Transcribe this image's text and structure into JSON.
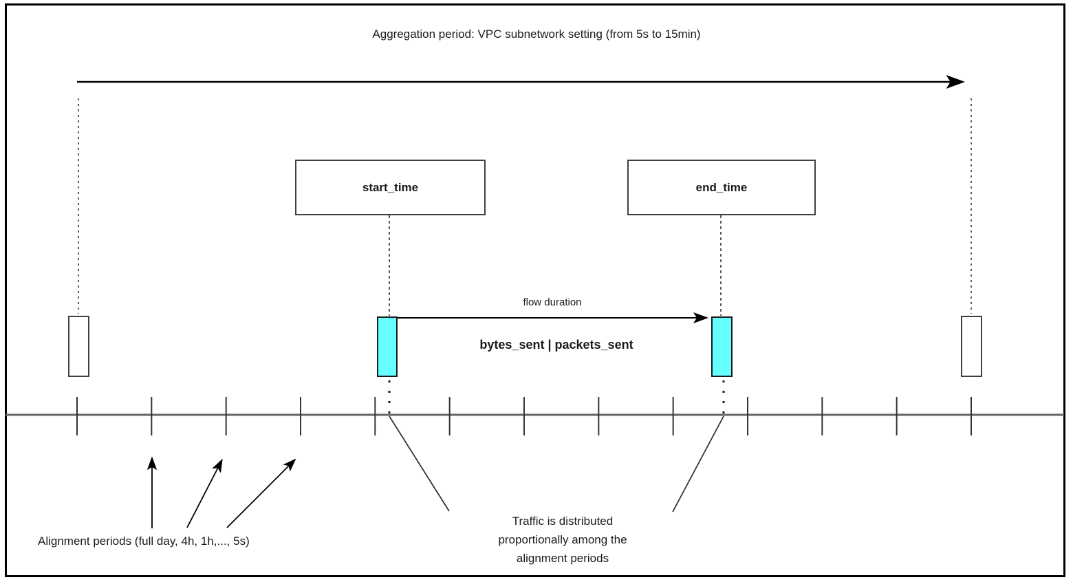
{
  "diagram": {
    "title": "Aggregation period: VPC subnetwork setting (from 5s to 15min)",
    "start_box_label": "start_time",
    "end_box_label": "end_time",
    "flow_duration_label": "flow duration",
    "metrics_label": "bytes_sent | packets_sent",
    "alignment_label": "Alignment periods (full day, 4h, 1h,..., 5s)",
    "traffic_note": "Traffic is distributed\nproportionally among the\nalignment periods"
  },
  "colors": {
    "flow_marker_fill": "#66FFFF",
    "marker_outline": "#1a1a1a",
    "box_outline": "#404040",
    "timeline": "#666666",
    "tick": "#333333",
    "arrow": "#000000",
    "dashed": "#595959",
    "frame": "#000000"
  },
  "timeline": {
    "tick_count": 13
  }
}
